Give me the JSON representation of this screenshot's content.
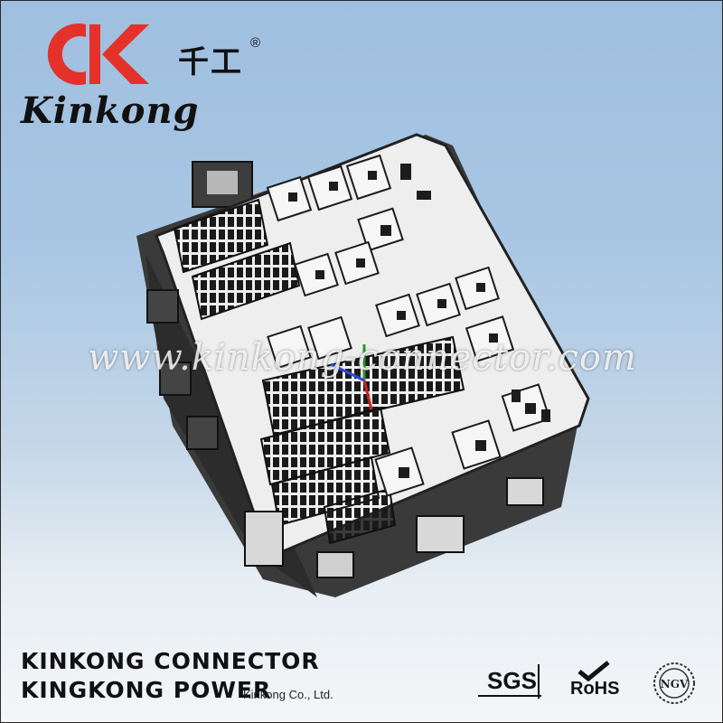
{
  "logo": {
    "mark_colors": {
      "c_shape": "#e4322b",
      "k_shape": "#e4322b"
    },
    "chinese_name": "千工",
    "registered": "®",
    "script_name": "Kinkong"
  },
  "watermark": "www.kinkong-connector.com",
  "company": {
    "line1": "KINKONG CONNECTOR",
    "line2": "KINGKONG POWER",
    "small": "Kinkong  Co., Ltd."
  },
  "certifications": {
    "sgs": "SGS",
    "rohs": "RoHS",
    "ngv": "NGV"
  }
}
